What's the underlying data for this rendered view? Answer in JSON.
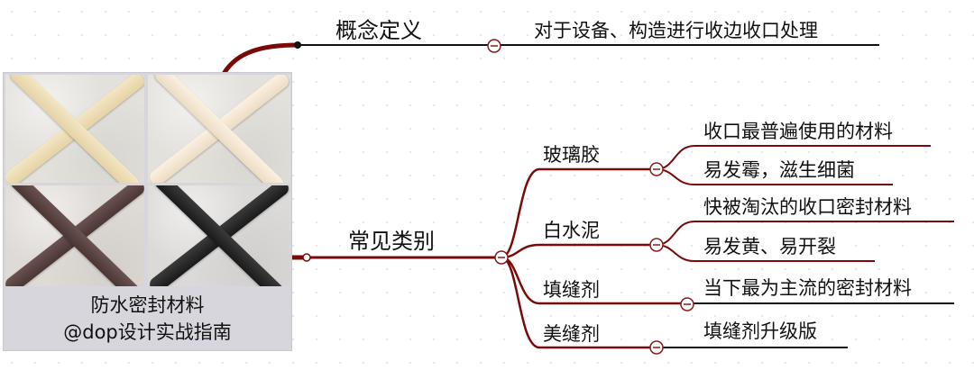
{
  "colors": {
    "branch": "#7a0a0a",
    "line": "#111111",
    "collapse_stroke": "#8a1b1b"
  },
  "mindmap": {
    "concept": {
      "label": "概念定义",
      "detail": "对于设备、构造进行收边收口处理"
    },
    "categories": {
      "label": "常见类别",
      "items": [
        {
          "label": "玻璃胶",
          "details": [
            "收口最普遍使用的材料",
            "易发霉，滋生细菌"
          ]
        },
        {
          "label": "白水泥",
          "details": [
            "快被淘汰的收口密封材料",
            "易发黄、易开裂"
          ]
        },
        {
          "label": "填缝剂",
          "details": [
            "当下最为主流的密封材料"
          ]
        },
        {
          "label": "美缝剂",
          "details": [
            "填缝剂升级版"
          ]
        }
      ]
    }
  },
  "photo": {
    "caption_line1": "防水密封材料",
    "caption_line2": "@dop设计实战指南",
    "grout_colors": [
      "cream",
      "beige",
      "brown",
      "black"
    ]
  }
}
